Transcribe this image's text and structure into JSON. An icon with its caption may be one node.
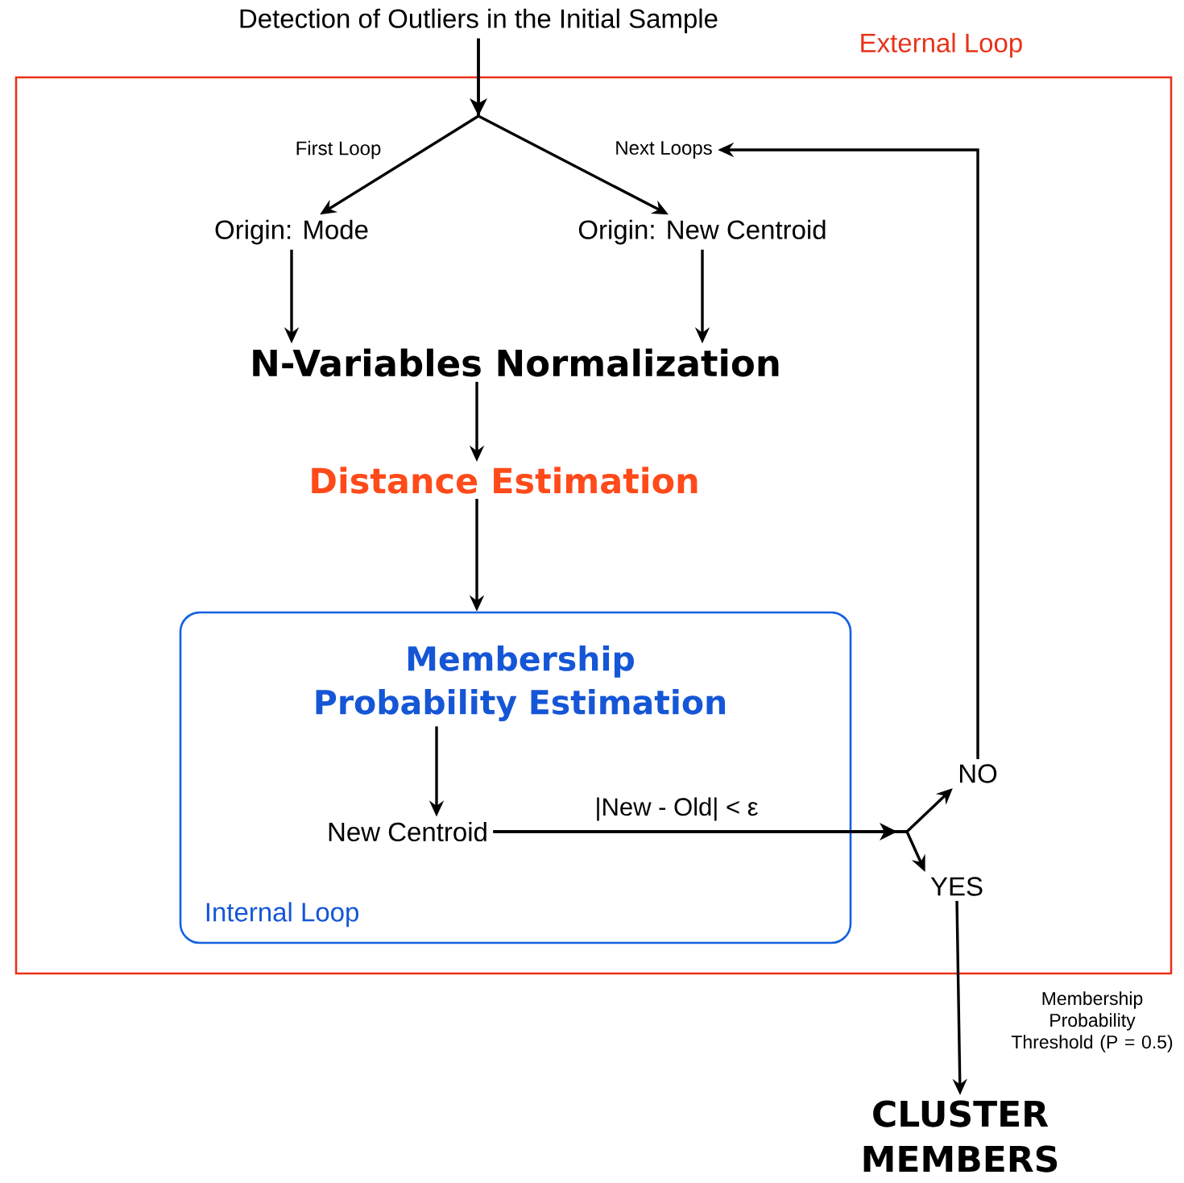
{
  "diagram": {
    "nodes": [
      {
        "text": [
          "External Loop"
        ]
      },
      {
        "text": [
          "Detection of Outliers in the Initial Sample"
        ]
      },
      {
        "text": [
          "Next Loops"
        ],
        "in": 0
      },
      {
        "text": [
          "Origin: Mode"
        ],
        "in": 0
      },
      {
        "text": [
          "Origin: New Centroid"
        ],
        "in": 0
      },
      {
        "text": [
          "N-Variables Normalization"
        ],
        "in": 0
      },
      {
        "text": [
          "Distance Estimation"
        ],
        "in": 0
      },
      {
        "text": [
          "Internal Loop"
        ],
        "in": 0
      },
      {
        "text": [
          "Membership Probability Estimation"
        ],
        "in": 7
      },
      {
        "text": [
          "New Centroid"
        ],
        "in": 7
      },
      {
        "text": [
          "NO"
        ],
        "in": 0
      },
      {
        "text": [
          "YES"
        ],
        "in": 0
      },
      {
        "text": [
          "CLUSTER MEMBERS"
        ]
      }
    ],
    "edges": [
      {
        "from": 1,
        "to": 3,
        "arrow": "to",
        "label": "First Loop"
      },
      {
        "from": 1,
        "to": 4,
        "arrow": "to"
      },
      {
        "from": 3,
        "to": 5,
        "arrow": "to"
      },
      {
        "from": 4,
        "to": 5,
        "arrow": "to"
      },
      {
        "from": 5,
        "to": 6,
        "arrow": "to"
      },
      {
        "from": 6,
        "to": 7,
        "arrow": "to"
      },
      {
        "from": 8,
        "to": 9,
        "arrow": "to"
      },
      {
        "from": 9,
        "to": 10,
        "arrow": "to",
        "label": "|New - Old| < ε"
      },
      {
        "from": 9,
        "to": 11,
        "arrow": "to"
      },
      {
        "from": 10,
        "to": 2,
        "arrow": "to"
      },
      {
        "from": 11,
        "to": 12,
        "arrow": "to",
        "label": "Membership Probability Threshold (P = 0.5)"
      }
    ]
  }
}
